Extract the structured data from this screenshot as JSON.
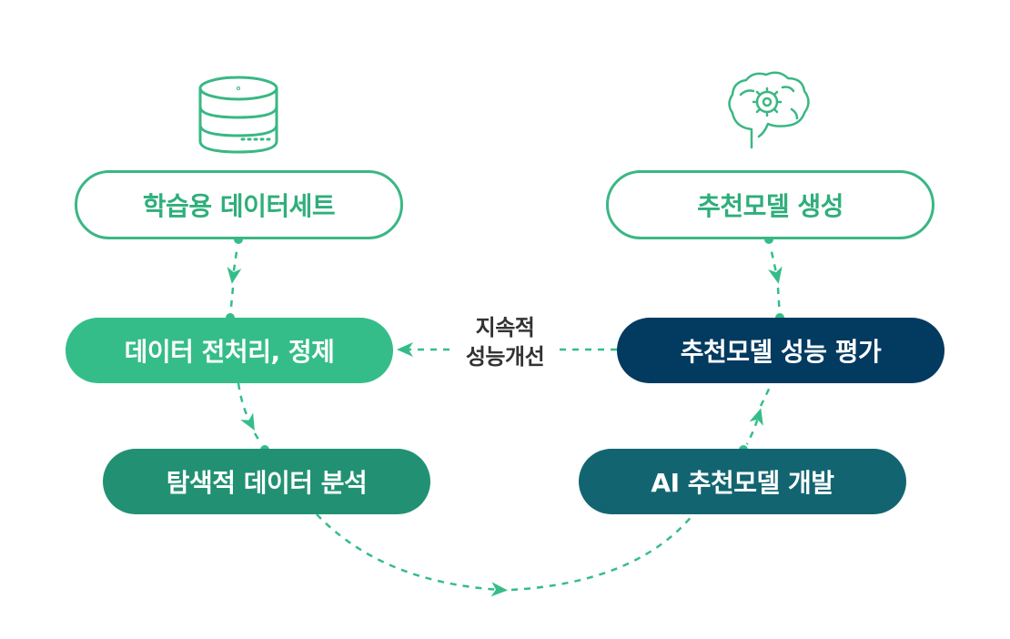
{
  "nodes": {
    "dataset": "학습용 데이터세트",
    "model_gen": "추천모델 생성",
    "preprocess": "데이터 전처리, 정제",
    "evaluation": "추천모델 성능 평가",
    "eda": "탐색적 데이터 분석",
    "ai_dev": "AI 추천모델 개발"
  },
  "feedback_label": {
    "line1": "지속적",
    "line2": "성능개선"
  },
  "icons": {
    "top_left": "database-icon",
    "top_right": "brain-gear-icon"
  },
  "colors": {
    "accent_green": "#35bd89",
    "outline_green": "#3ab784",
    "navy": "#023a60",
    "teal_green": "#229173",
    "dark_teal": "#126570",
    "arrow": "#35bd89"
  }
}
